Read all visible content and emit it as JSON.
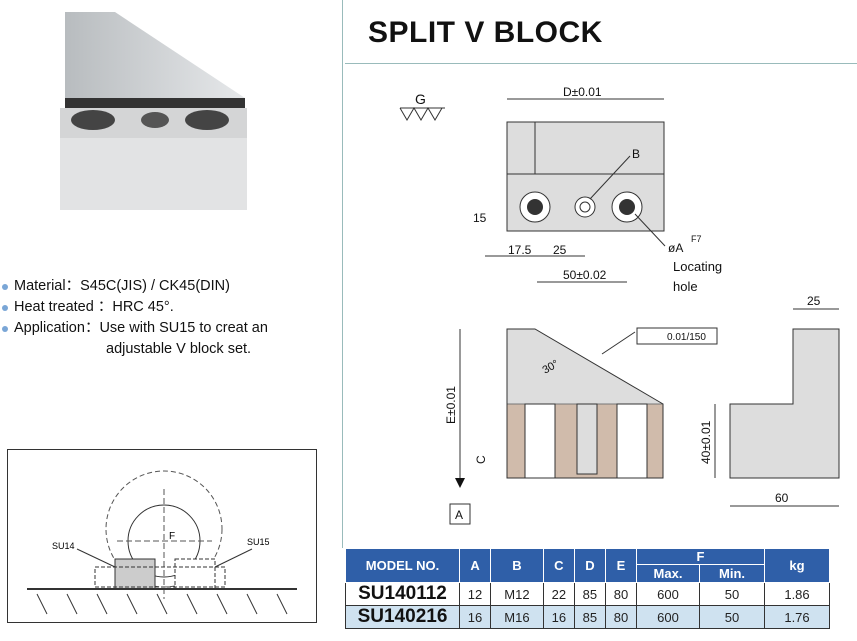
{
  "title": "SPLIT V BLOCK",
  "specs": [
    {
      "label": "Material",
      "value": "S45C(JIS) / CK45(DIN)"
    },
    {
      "label": "Heat treated",
      "value": "HRC 45°."
    },
    {
      "label": "Application",
      "value": "Use with SU15 to creat an",
      "value2": "adjustable V block set."
    }
  ],
  "specs_sep": "：",
  "drawing": {
    "surface_symbol": "G",
    "dim_D": "D±0.01",
    "label_B": "B",
    "dim_15": "15",
    "dim_17_5": "17.5",
    "dim_25": "25",
    "dim_50": "50±0.02",
    "dim_A": "øA",
    "dim_A_tol": "F7",
    "locating_hole_1": "Locating",
    "locating_hole_2": "hole",
    "flatness": "0.01/150",
    "angle": "30°",
    "dim_E": "E±0.01",
    "dim_C": "C",
    "datum_A": "A",
    "side_25": "25",
    "side_40": "40±0.01",
    "side_60": "60"
  },
  "application_sketch": {
    "su14": "SU14",
    "su15": "SU15",
    "f": "F"
  },
  "table": {
    "headers": {
      "model": "MODEL NO.",
      "a": "A",
      "b": "B",
      "c": "C",
      "d": "D",
      "e": "E",
      "f": "F",
      "max": "Max.",
      "min": "Min.",
      "kg": "kg"
    },
    "rows": [
      {
        "model": "SU140112",
        "a": "12",
        "b": "M12",
        "c": "22",
        "d": "85",
        "e": "80",
        "max": "600",
        "min": "50",
        "kg": "1.86"
      },
      {
        "model": "SU140216",
        "a": "16",
        "b": "M16",
        "c": "16",
        "d": "85",
        "e": "80",
        "max": "600",
        "min": "50",
        "kg": "1.76"
      }
    ]
  }
}
